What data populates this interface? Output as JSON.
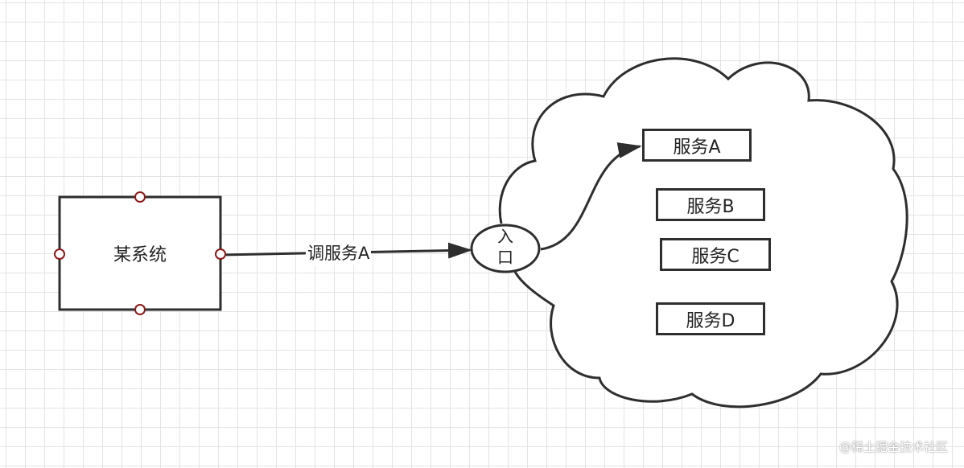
{
  "diagram": {
    "nodes": {
      "system": {
        "label": "某系统"
      },
      "entry": {
        "label": "入口"
      },
      "services": [
        {
          "label": "服务A"
        },
        {
          "label": "服务B"
        },
        {
          "label": "服务C"
        },
        {
          "label": "服务D"
        }
      ]
    },
    "edges": {
      "call": {
        "label": "调服务A"
      }
    }
  },
  "watermark": "@稀土掘金技术社区",
  "colors": {
    "stroke": "#2e2e2e",
    "handle": "#8b1a1a",
    "grid": "#e4e4e4"
  }
}
